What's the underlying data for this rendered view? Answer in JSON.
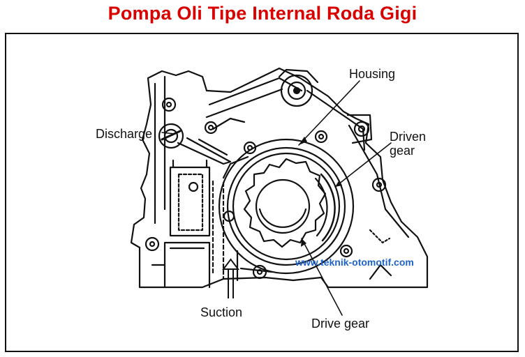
{
  "title": "Pompa Oli Tipe Internal Roda Gigi",
  "labels": {
    "housing": "Housing",
    "discharge": "Discharge",
    "driven_gear": "Driven\ngear",
    "suction": "Suction",
    "drive_gear": "Drive gear"
  },
  "watermark": "www.teknik-otomotif.com",
  "colors": {
    "title": "#d90000",
    "watermark": "#1d63c9",
    "line": "#111111"
  }
}
